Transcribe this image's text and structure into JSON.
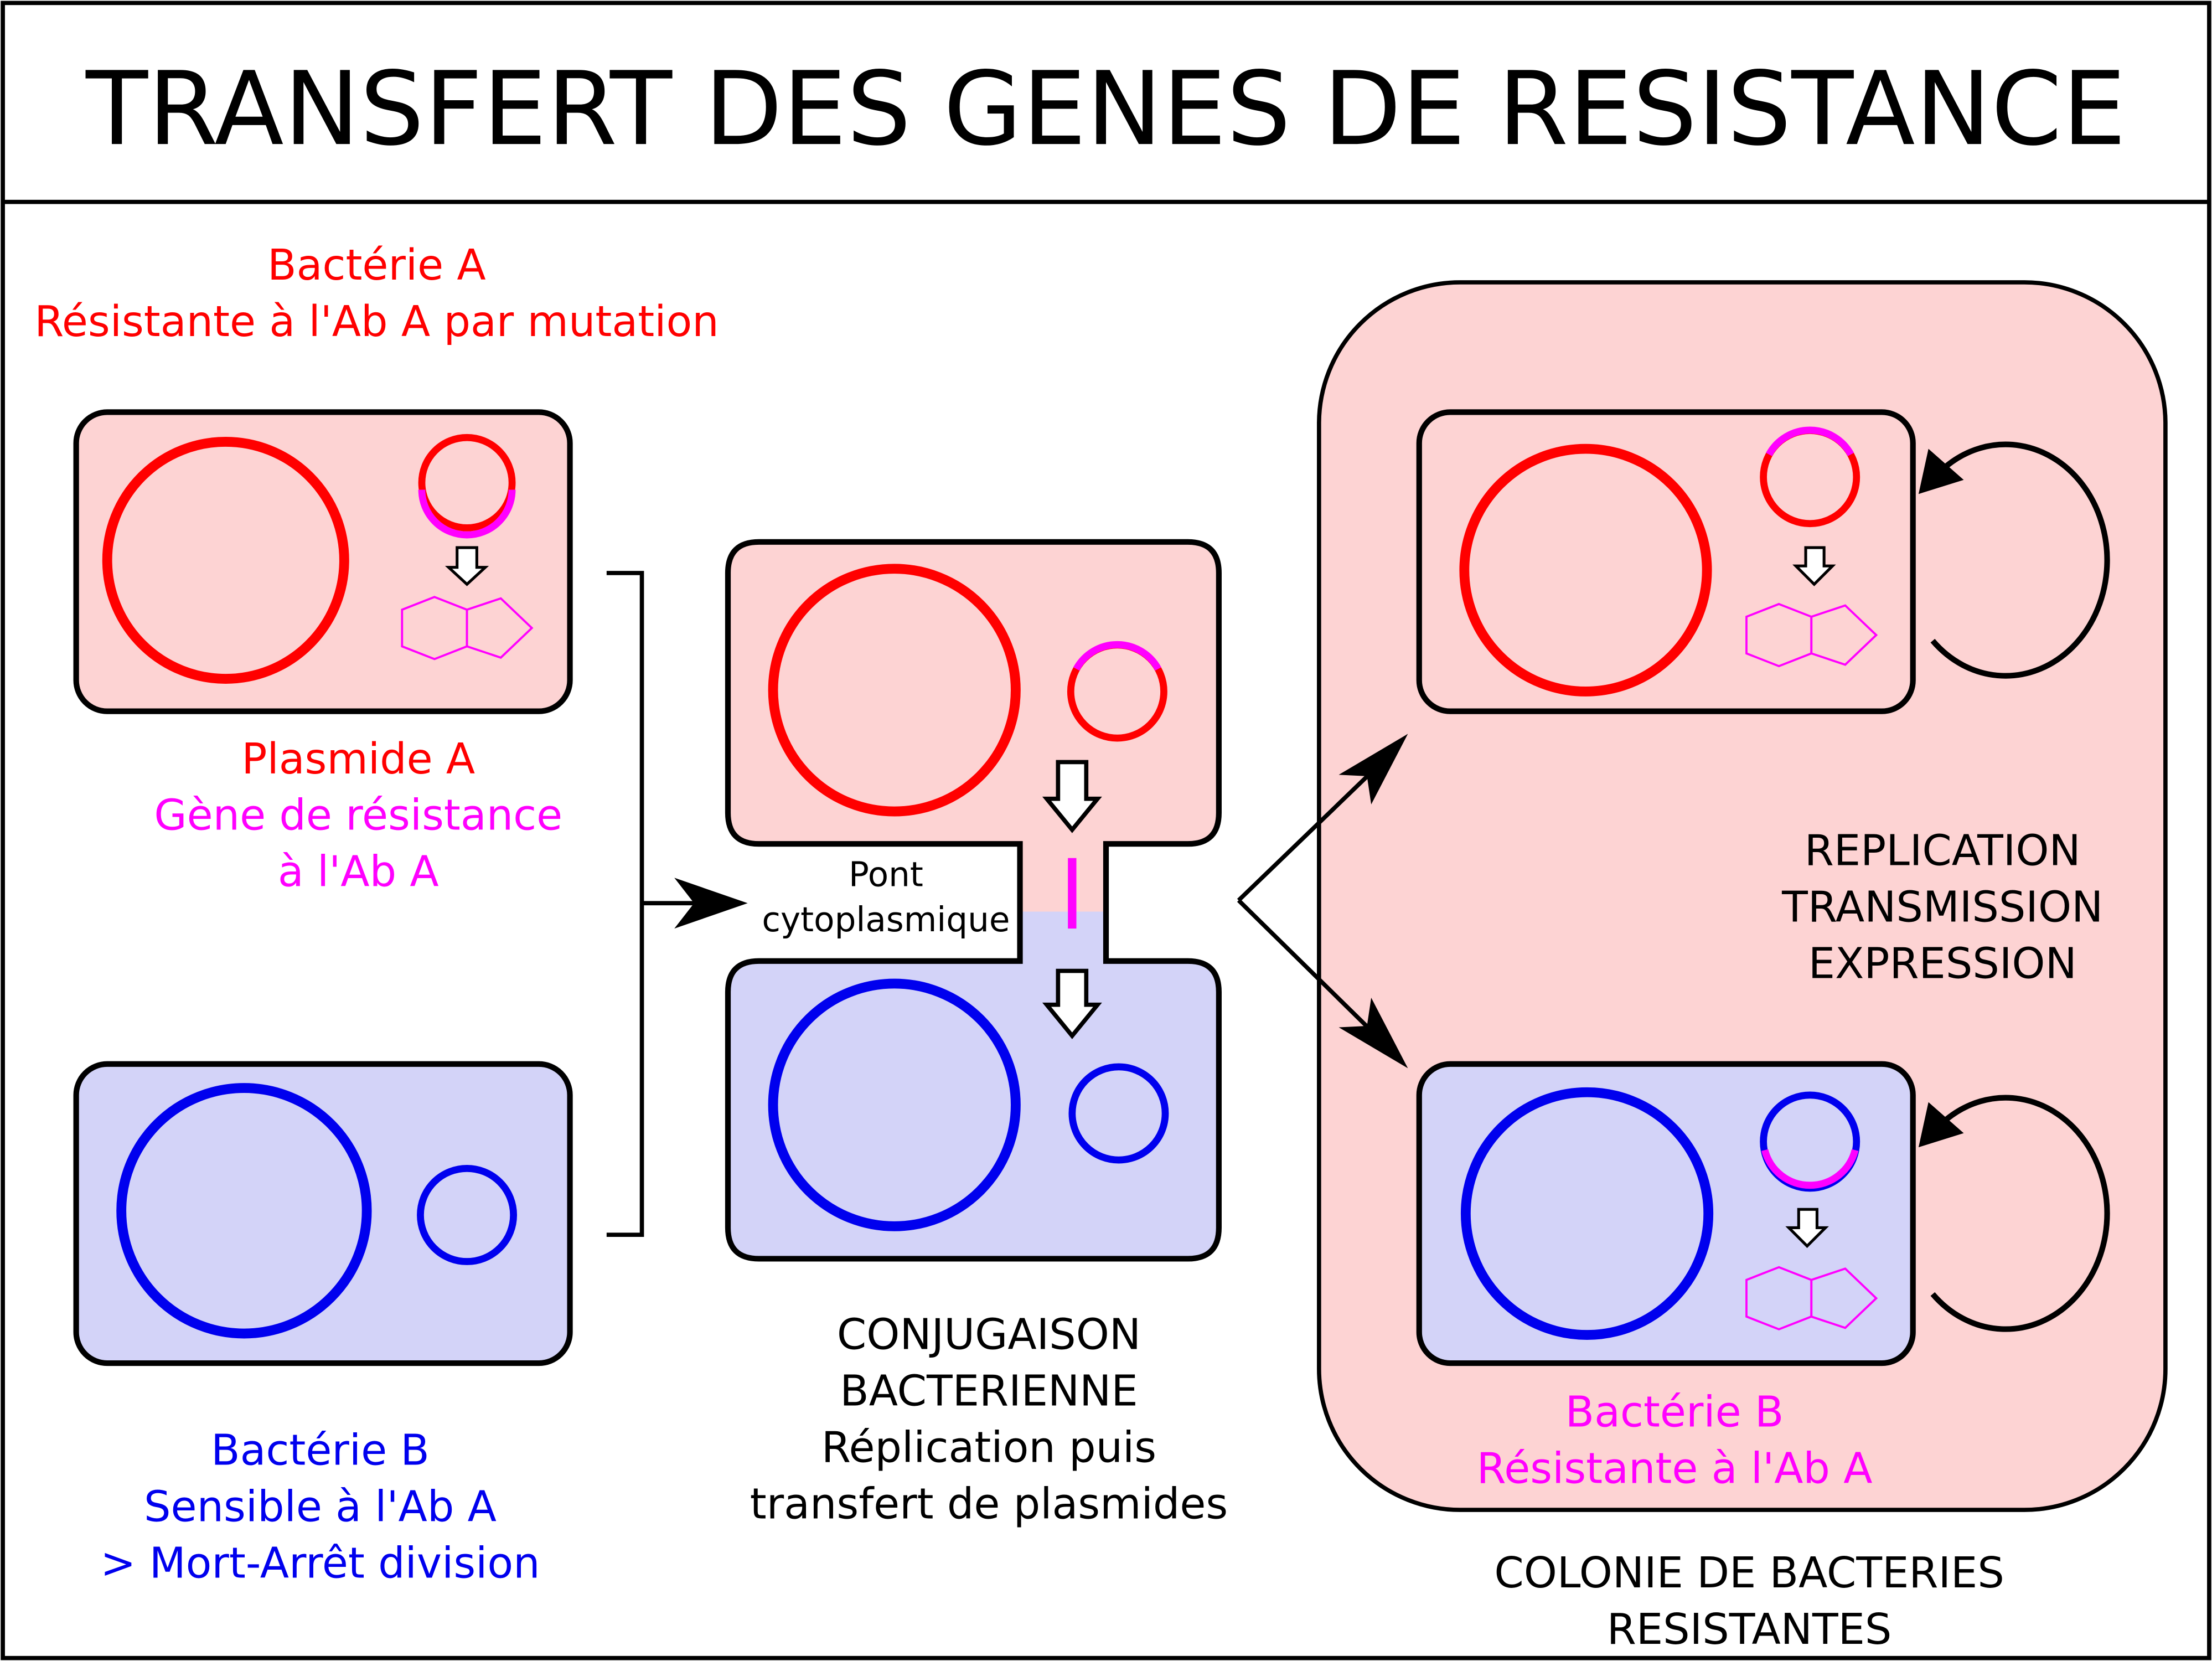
{
  "title": "TRANSFERT DES GENES DE RESISTANCE",
  "colors": {
    "red": "#ff0000",
    "blue": "#0000ee",
    "magenta": "#ff00ff",
    "pink_fill": "#fdd3d3",
    "blue_fill": "#d3d3f8",
    "black": "#000000"
  },
  "labels": {
    "bacteria_a": [
      "Bactérie A",
      "Résistante à l'Ab A par mutation"
    ],
    "plasmid_a": [
      "Plasmide A"
    ],
    "gene": [
      "Gène de résistance",
      "à l'Ab A"
    ],
    "bacteria_b": [
      "Bactérie B",
      "Sensible à l'Ab A",
      "> Mort-Arrêt division"
    ],
    "bridge": [
      "Pont",
      "cytoplasmique"
    ],
    "conjugation": [
      "CONJUGAISON",
      "BACTERIENNE",
      "Réplication puis",
      "transfert de plasmides"
    ],
    "replication": [
      "REPLICATION",
      "TRANSMISSION",
      "EXPRESSION"
    ],
    "resistant_b": [
      "Bactérie B",
      "Résistante à l'Ab A"
    ],
    "colony": [
      "COLONIE DE BACTERIES",
      "RESISTANTES"
    ]
  }
}
